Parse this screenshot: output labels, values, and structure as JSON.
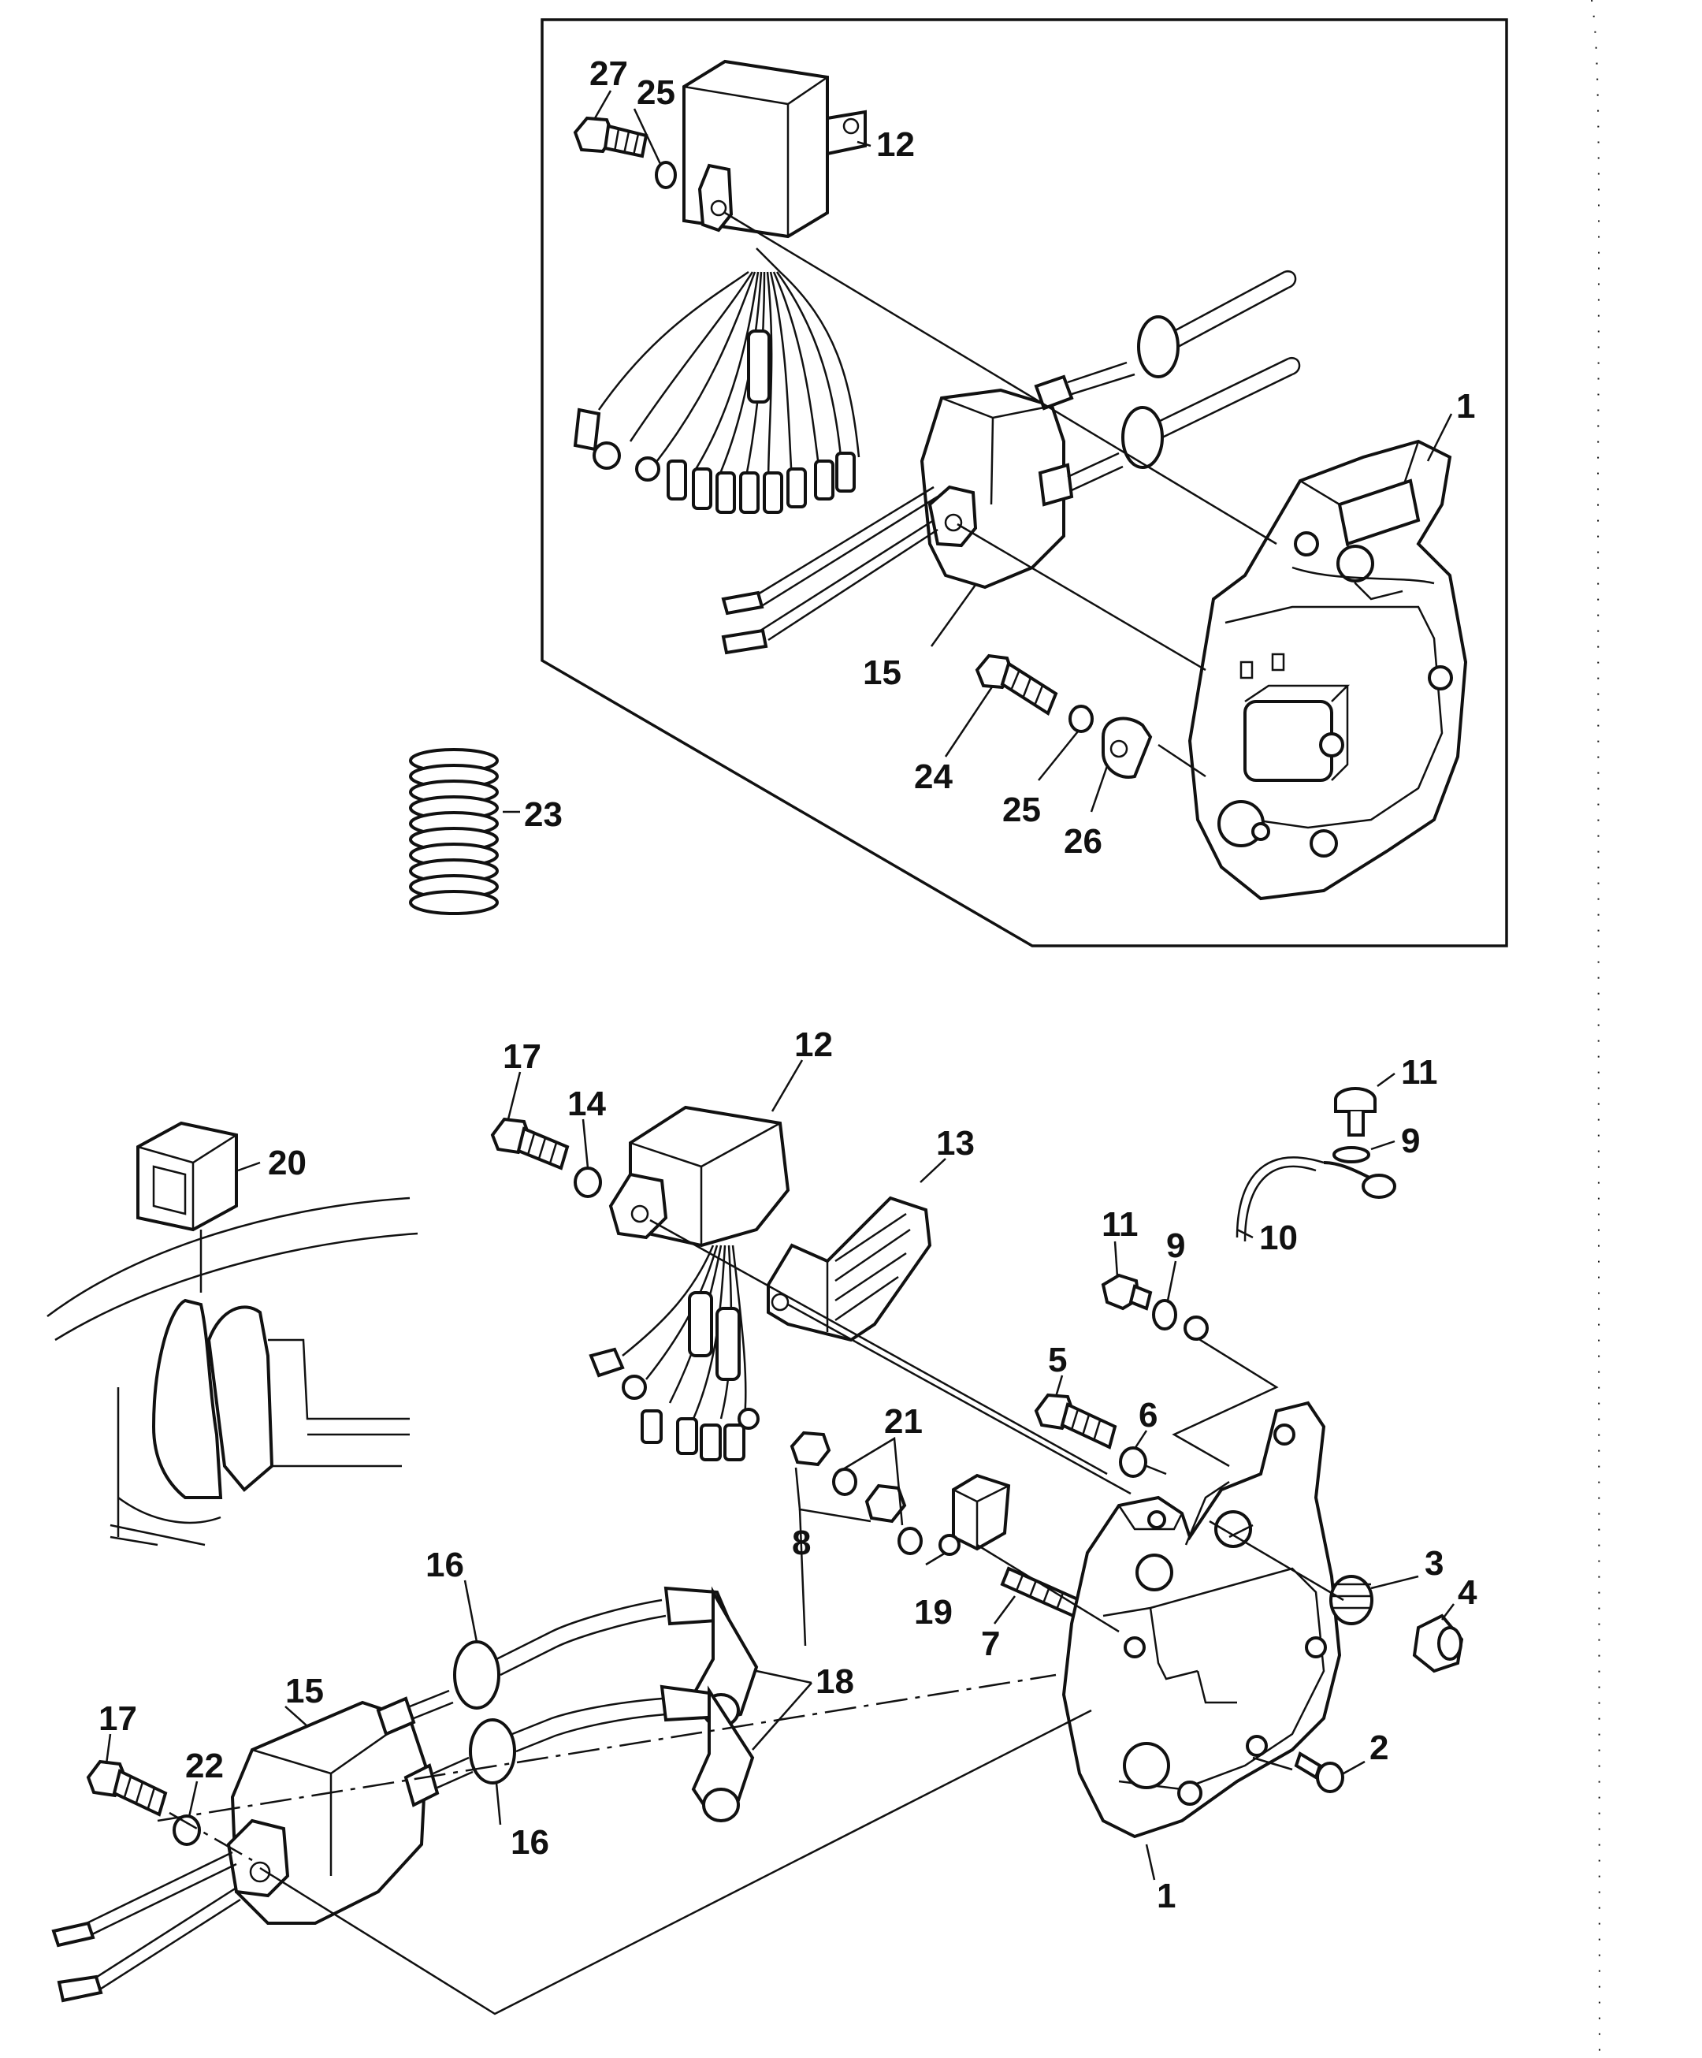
{
  "labels": {
    "p1_top": "1",
    "p12_top": "12",
    "p15_top": "15",
    "p23": "23",
    "p24": "24",
    "p25_a": "25",
    "p25_b": "25",
    "p26": "26",
    "p27": "27",
    "p1_bottom": "1",
    "p2": "2",
    "p3": "3",
    "p4": "4",
    "p5": "5",
    "p6": "6",
    "p7": "7",
    "p8": "8",
    "p9_a": "9",
    "p9_b": "9",
    "p10": "10",
    "p11_a": "11",
    "p11_b": "11",
    "p12_bottom": "12",
    "p13": "13",
    "p14": "14",
    "p15_bottom": "15",
    "p16_a": "16",
    "p16_b": "16",
    "p17_a": "17",
    "p17_b": "17",
    "p18": "18",
    "p19": "19",
    "p20": "20",
    "p21": "21",
    "p22": "22"
  }
}
